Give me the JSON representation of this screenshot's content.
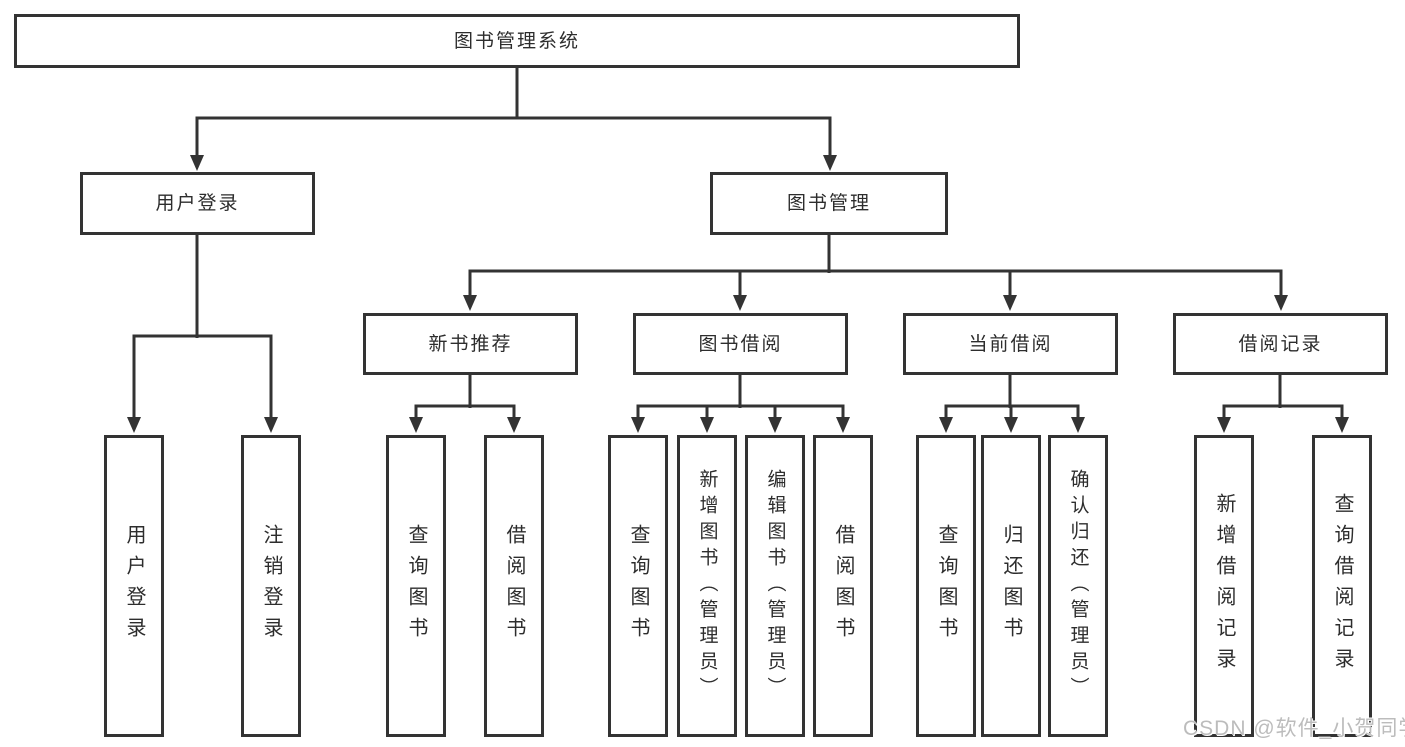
{
  "colors": {
    "line": "#333333",
    "box_border": "#333333",
    "box_fill": "#ffffff",
    "text": "#2d2d2d",
    "watermark": "#bcbcbc"
  },
  "diagram": {
    "root": {
      "label": "图书管理系统"
    },
    "branches": [
      {
        "label": "用户登录",
        "children": [
          "用户登录",
          "注销登录"
        ]
      },
      {
        "label": "图书管理",
        "children": [
          {
            "label": "新书推荐",
            "children": [
              "查询图书",
              "借阅图书"
            ]
          },
          {
            "label": "图书借阅",
            "children": [
              "查询图书",
              "新增图书（管理员）",
              "编辑图书（管理员）",
              "借阅图书"
            ]
          },
          {
            "label": "当前借阅",
            "children": [
              "查询图书",
              "归还图书",
              "确认归还（管理员）"
            ]
          },
          {
            "label": "借阅记录",
            "children": [
              "新增借阅记录",
              "查询借阅记录"
            ]
          }
        ]
      }
    ]
  },
  "watermark": {
    "text": "CSDN @软件_小贺同学"
  }
}
